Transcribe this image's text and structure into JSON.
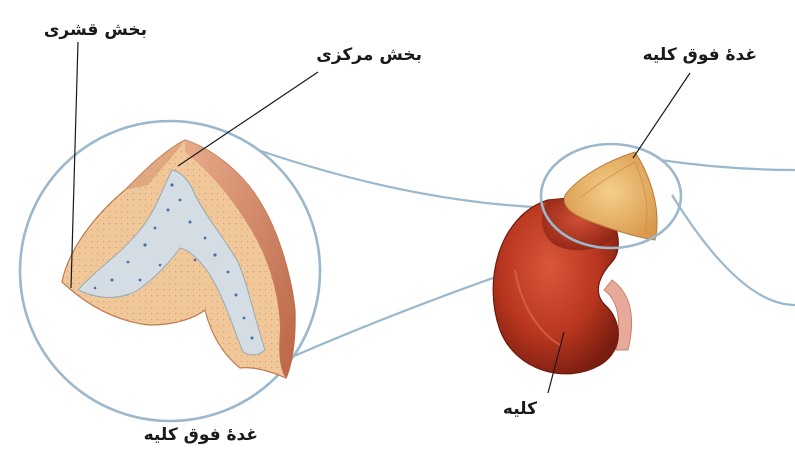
{
  "labels": {
    "cortex": "بخش قشری",
    "medulla": "بخش مرکزی",
    "adrenal_gland_top": "غدهٔ فوق کلیه",
    "kidney": "کلیه",
    "adrenal_gland_bottom": "غدهٔ فوق کلیه"
  },
  "colors": {
    "magnifier_ring": "#9bb8cc",
    "cortex_fill": "#f1c89a",
    "cortex_edge": "#c9704d",
    "medulla_fill": "#d3dde3",
    "medulla_dots": "#4a6fa8",
    "kidney": "#b8361f",
    "adrenal_small": "#e8b568"
  }
}
